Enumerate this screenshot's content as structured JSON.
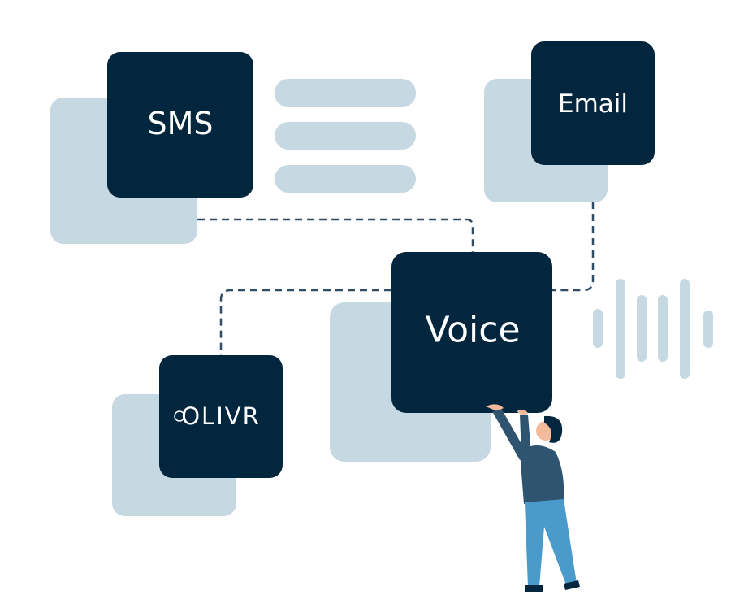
{
  "colors": {
    "dark": "#03263f",
    "light": "#c6d8e1",
    "connector": "#2f4d66",
    "shirt": "#2f5470",
    "pants": "#4a9bcb",
    "skin": "#f5b99c"
  },
  "channels": {
    "sms": {
      "label": "SMS"
    },
    "email": {
      "label": "Email"
    },
    "voice": {
      "label": "Voice"
    },
    "olivr": {
      "label": "OLIVR",
      "logo_text": "OLiVR"
    }
  }
}
